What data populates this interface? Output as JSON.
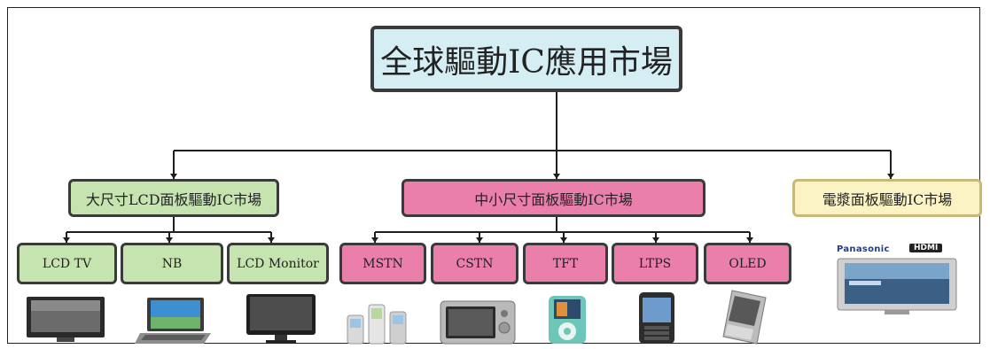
{
  "root": {
    "label": "全球驅動IC應用市場",
    "color": "#d5eef3"
  },
  "categories": [
    {
      "label": "大尺寸LCD面板驅動IC市場",
      "color": "#c6e4b0"
    },
    {
      "label": "中小尺寸面板驅動IC市場",
      "color": "#ea7fac"
    },
    {
      "label": "電漿面板驅動IC市場",
      "color": "#fbf3c3"
    }
  ],
  "large_panel_items": [
    {
      "label": "LCD TV",
      "image": "lcd-tv"
    },
    {
      "label": "NB",
      "image": "notebook"
    },
    {
      "label": "LCD Monitor",
      "image": "lcd-monitor"
    }
  ],
  "small_panel_items": [
    {
      "label": "MSTN",
      "image": "feature-phones"
    },
    {
      "label": "CSTN",
      "image": "digital-camera"
    },
    {
      "label": "TFT",
      "image": "media-player"
    },
    {
      "label": "LTPS",
      "image": "pda-phone"
    },
    {
      "label": "OLED",
      "image": "slider-phone"
    }
  ],
  "plasma_item": {
    "image": "plasma-tv",
    "brand_logo": "Panasonic",
    "badge": "HDMI"
  }
}
